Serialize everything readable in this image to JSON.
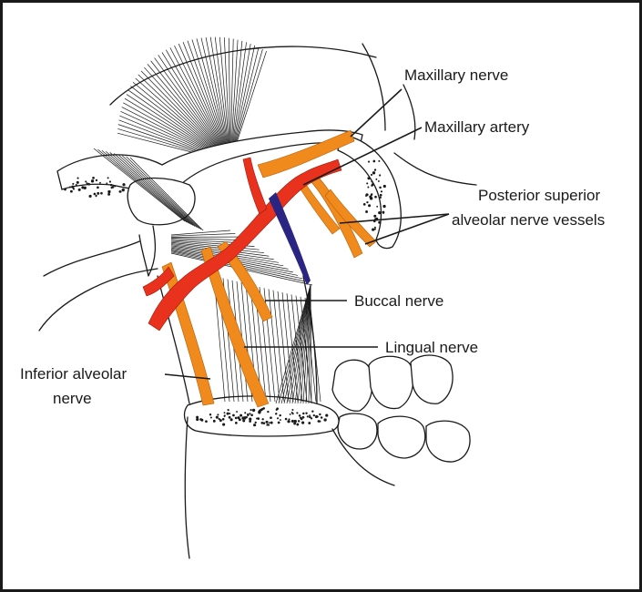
{
  "figure": {
    "labels": {
      "maxillary_nerve": "Maxillary nerve",
      "maxillary_artery": "Maxillary artery",
      "posterior_superior_line1": "Posterior superior",
      "posterior_superior_line2": "alveolar nerve vessels",
      "buccal_nerve": "Buccal nerve",
      "lingual_nerve": "Lingual nerve",
      "inferior_alveolar_line1": "Inferior alveolar",
      "inferior_alveolar_line2": "nerve"
    },
    "colors": {
      "nerve": "#f08a1c",
      "artery": "#e8321e",
      "vein": "#2a2482",
      "ink": "#1a1a1a",
      "border": "#1a1a1a"
    }
  }
}
